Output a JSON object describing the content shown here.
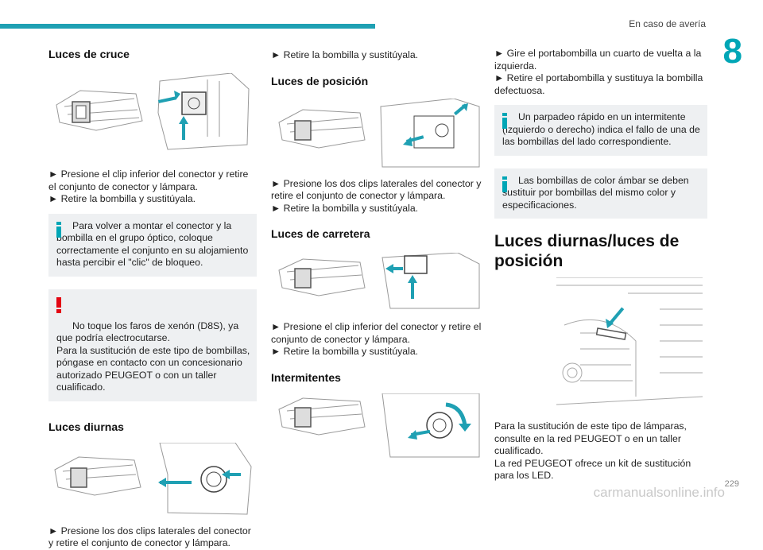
{
  "header": {
    "section_title": "En caso de avería",
    "chapter": "8"
  },
  "col1": {
    "h_cruce": "Luces de cruce",
    "p_cruce": "► Presione el clip inferior del conector y retire el conjunto de conector y lámpara.\n► Retire la bombilla y sustitúyala.",
    "note_info": "Para volver a montar el conector y la bombilla en el grupo óptico, coloque correctamente el conjunto en su alojamiento hasta percibir el \"clic\" de bloqueo.",
    "note_warn": "No toque los faros de xenón (D8S), ya que podría electrocutarse.\nPara la sustitución de este tipo de bombillas, póngase en contacto con un concesionario autorizado PEUGEOT o con un taller cualificado.",
    "h_diurnas": "Luces diurnas",
    "p_diurnas": "► Presione los dos clips laterales del conector y retire el conjunto de conector y lámpara."
  },
  "col2": {
    "p_top": "► Retire la bombilla y sustitúyala.",
    "h_posicion": "Luces de posición",
    "p_posicion": "► Presione los dos clips laterales del conector y retire el conjunto de conector y lámpara.\n► Retire la bombilla y sustitúyala.",
    "h_carretera": "Luces de carretera",
    "p_carretera": "► Presione el clip inferior del conector y retire el conjunto de conector y lámpara.\n► Retire la bombilla y sustitúyala.",
    "h_intermitentes": "Intermitentes"
  },
  "col3": {
    "p_top": "► Gire el portabombilla un cuarto de vuelta a la izquierda.\n► Retire el portabombilla y sustituya la bombilla defectuosa.",
    "note1": "Un parpadeo rápido en un intermitente (izquierdo o derecho) indica el fallo de una de las bombillas del lado correspondiente.",
    "note2": "Las bombillas de color ámbar se deben sustituir por bombillas del mismo color y especificaciones.",
    "h_diurnas_pos": "Luces diurnas/luces de posición",
    "p_bottom": "Para la sustitución de este tipo de lámparas, consulte en la red PEUGEOT o en un taller cualificado.\nLa red PEUGEOT ofrece un kit de sustitución para los LED."
  },
  "footer": {
    "page": "229",
    "watermark": "carmanualsonline.info"
  },
  "colors": {
    "accent": "#1fa0b3",
    "note_bg": "#eef0f2",
    "warn": "#e30613",
    "info": "#00a6b6"
  }
}
